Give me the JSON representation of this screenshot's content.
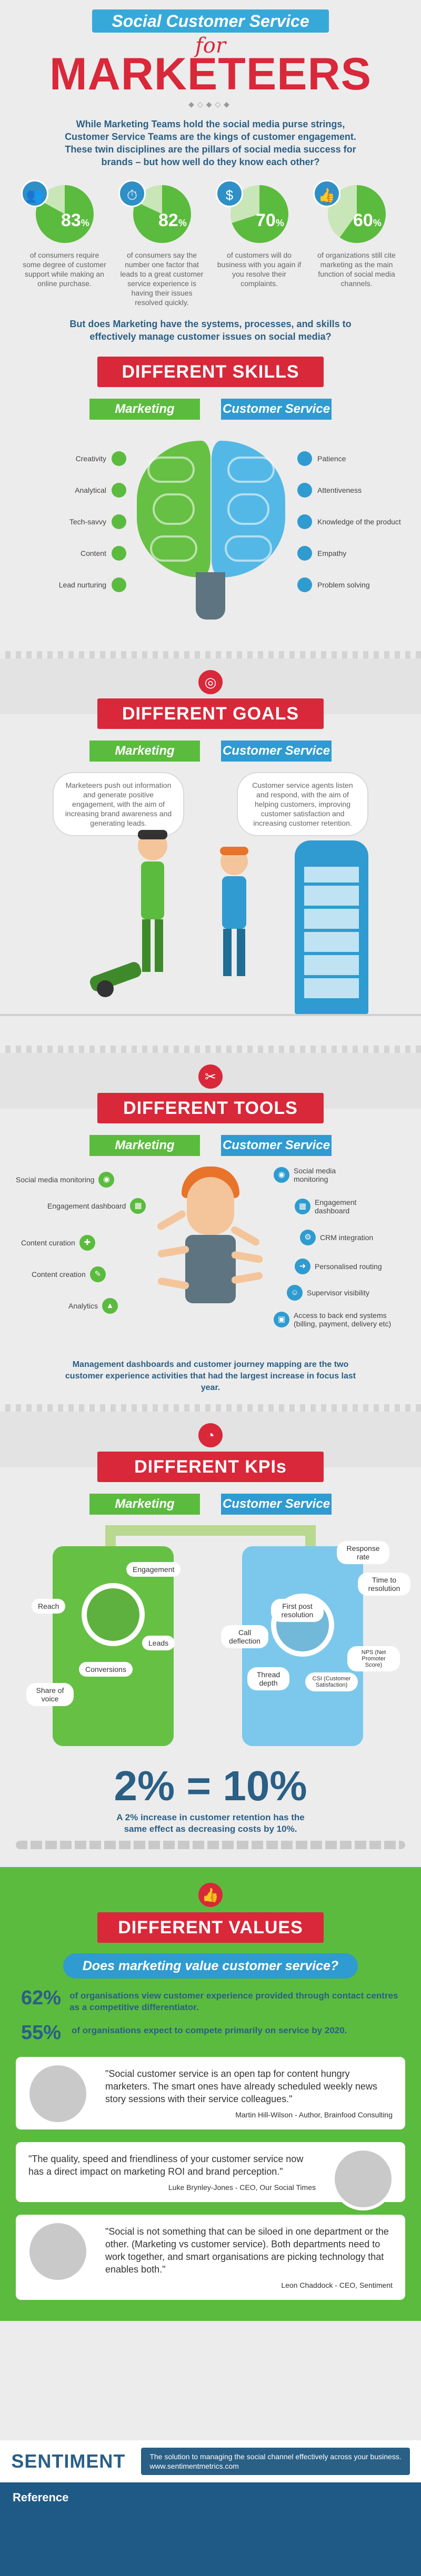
{
  "header": {
    "ribbon": "Social Customer Service",
    "for_word": "for",
    "title": "MARKETEERS"
  },
  "intro": "While Marketing Teams hold the social media purse strings, Customer Service Teams are the kings of customer engagement. These twin disciplines are the pillars of social media success for brands – but how well do they know each other?",
  "stats": [
    {
      "icon": "people-icon",
      "value": "83",
      "desc": "of consumers require some degree of customer support while making an online purchase.",
      "color": "#5bbb3e"
    },
    {
      "icon": "clock-icon",
      "value": "82",
      "desc": "of consumers say the number one factor that leads to a great customer service experience is having their issues resolved quickly.",
      "color": "#5bbb3e"
    },
    {
      "icon": "dollar-icon",
      "value": "70",
      "desc": "of customers will do business with you again if you resolve their complaints.",
      "color": "#5bbb3e"
    },
    {
      "icon": "thumbs-up-icon",
      "value": "60",
      "desc": "of organizations still cite marketing as the main function of social media channels.",
      "color": "#5bbb3e"
    }
  ],
  "question": "But does Marketing have the systems, processes, and skills to effectively manage customer issues on social media?",
  "skills": {
    "banner": "DIFFERENT SKILLS",
    "marketing_label": "Marketing",
    "service_label": "Customer Service",
    "left": [
      "Creativity",
      "Analytical",
      "Tech-savvy",
      "Content",
      "Lead nurturing"
    ],
    "right": [
      "Patience",
      "Attentiveness",
      "Knowledge of the product",
      "Empathy",
      "Problem solving"
    ]
  },
  "goals": {
    "banner": "DIFFERENT GOALS",
    "marketing_label": "Marketing",
    "service_label": "Customer Service",
    "marketing_text": "Marketeers push out information and generate positive engagement, with the aim of increasing brand awareness and generating leads.",
    "service_text": "Customer service agents listen and respond, with the aim of helping customers, improving customer satisfaction and increasing customer retention."
  },
  "tools": {
    "banner": "DIFFERENT TOOLS",
    "marketing_label": "Marketing",
    "service_label": "Customer Service",
    "left": [
      "Social media monitoring",
      "Engagement dashboard",
      "Content curation",
      "Content creation",
      "Analytics"
    ],
    "right": [
      "Social media monitoring",
      "Engagement dashboard",
      "CRM integration",
      "Personalised routing",
      "Supervisor visibility",
      "Access to back end systems (billing, payment, delivery etc)"
    ]
  },
  "note": "Management dashboards and customer journey mapping are the two customer experience activities that had the largest increase in focus last year.",
  "kpis": {
    "banner": "DIFFERENT KPIs",
    "marketing_label": "Marketing",
    "service_label": "Customer Service",
    "left": [
      "Engagement",
      "Reach",
      "Leads",
      "Conversions",
      "Share of voice"
    ],
    "right": [
      "Response rate",
      "Time to resolution",
      "First post resolution",
      "Call deflection",
      "Thread depth",
      "CSI (Customer Satisfaction)",
      "NPS (Net Promoter Score)"
    ],
    "equation": "2% = 10%",
    "caption": "A 2% increase in customer retention has the same effect as decreasing costs by 10%."
  },
  "values": {
    "banner": "DIFFERENT VALUES",
    "question": "Does marketing value customer service?",
    "rows": [
      {
        "pct": "62%",
        "text": "of organisations view customer experience provided through contact centres as a competitive differentiator."
      },
      {
        "pct": "55%",
        "text": "of organisations expect to compete primarily on service by 2020."
      }
    ],
    "quotes": [
      {
        "text": "\"Social customer service is an open tap for content hungry marketers. The smart ones have already scheduled weekly news story sessions with their service colleagues.\"",
        "author": "Martin Hill-Wilson - Author, Brainfood Consulting"
      },
      {
        "text": "\"The quality, speed and friendliness of your customer service now has a direct impact on marketing ROI and brand perception.\"",
        "author": "Luke Brynley-Jones - CEO, Our Social Times"
      },
      {
        "text": "\"Social is not something that can be siloed in one department or the other. (Marketing vs customer service). Both departments need to work together, and smart organisations are picking technology that enables both.\"",
        "author": "Leon Chaddock - CEO, Sentiment"
      }
    ]
  },
  "footer": {
    "brand": "SENTIMENT",
    "tagline": "The solution to managing the social channel effectively across your business.",
    "url": "www.sentimentmetrics.com",
    "reference_title": "Reference"
  },
  "colors": {
    "red": "#d8283a",
    "green": "#5bbb3e",
    "blue": "#2f9bd0",
    "navy": "#2a5f86"
  }
}
